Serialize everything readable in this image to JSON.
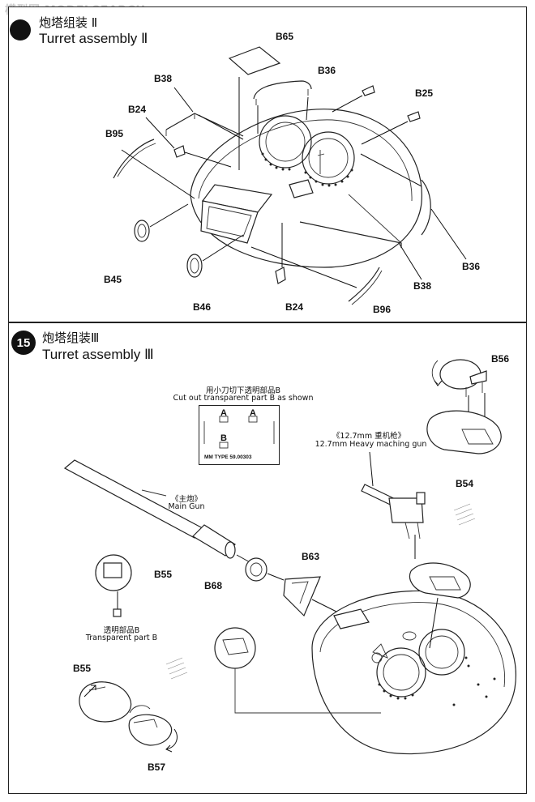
{
  "watermark": "模型网 MODELSEARCH",
  "step14": {
    "title_zh": "炮塔组装 Ⅱ",
    "title_en": "Turret assembly Ⅱ",
    "labels": {
      "b65": "B65",
      "b36_top": "B36",
      "b38_top": "B38",
      "b25": "B25",
      "b24_left": "B24",
      "b95": "B95",
      "b36_right": "B36",
      "b38_right": "B38",
      "b45": "B45",
      "b46": "B46",
      "b24_bottom": "B24",
      "b96": "B96"
    }
  },
  "step15": {
    "number": "15",
    "title_zh": "炮塔组装Ⅲ",
    "title_en": "Turret assembly Ⅲ",
    "cut_note_zh": "用小刀切下透明部品B",
    "cut_note_en": "Cut out transparent part B as shown",
    "cut_box": {
      "letter_a1": "A",
      "letter_a2": "A",
      "letter_b": "B",
      "type_code": "MM TYPE 59.00303"
    },
    "mg_note_zh": "《12.7mm 重机枪》",
    "mg_note_en": "12.7mm Heavy maching gun",
    "gun_note_zh": "《主炮》",
    "gun_note_en": "Main Gun",
    "transparent_zh": "透明部品B",
    "transparent_en": "Transparent part B",
    "labels": {
      "b56": "B56",
      "b54": "B54",
      "b55_top": "B55",
      "b63": "B63",
      "b68": "B68",
      "b55_bottom": "B55",
      "b57": "B57"
    }
  }
}
